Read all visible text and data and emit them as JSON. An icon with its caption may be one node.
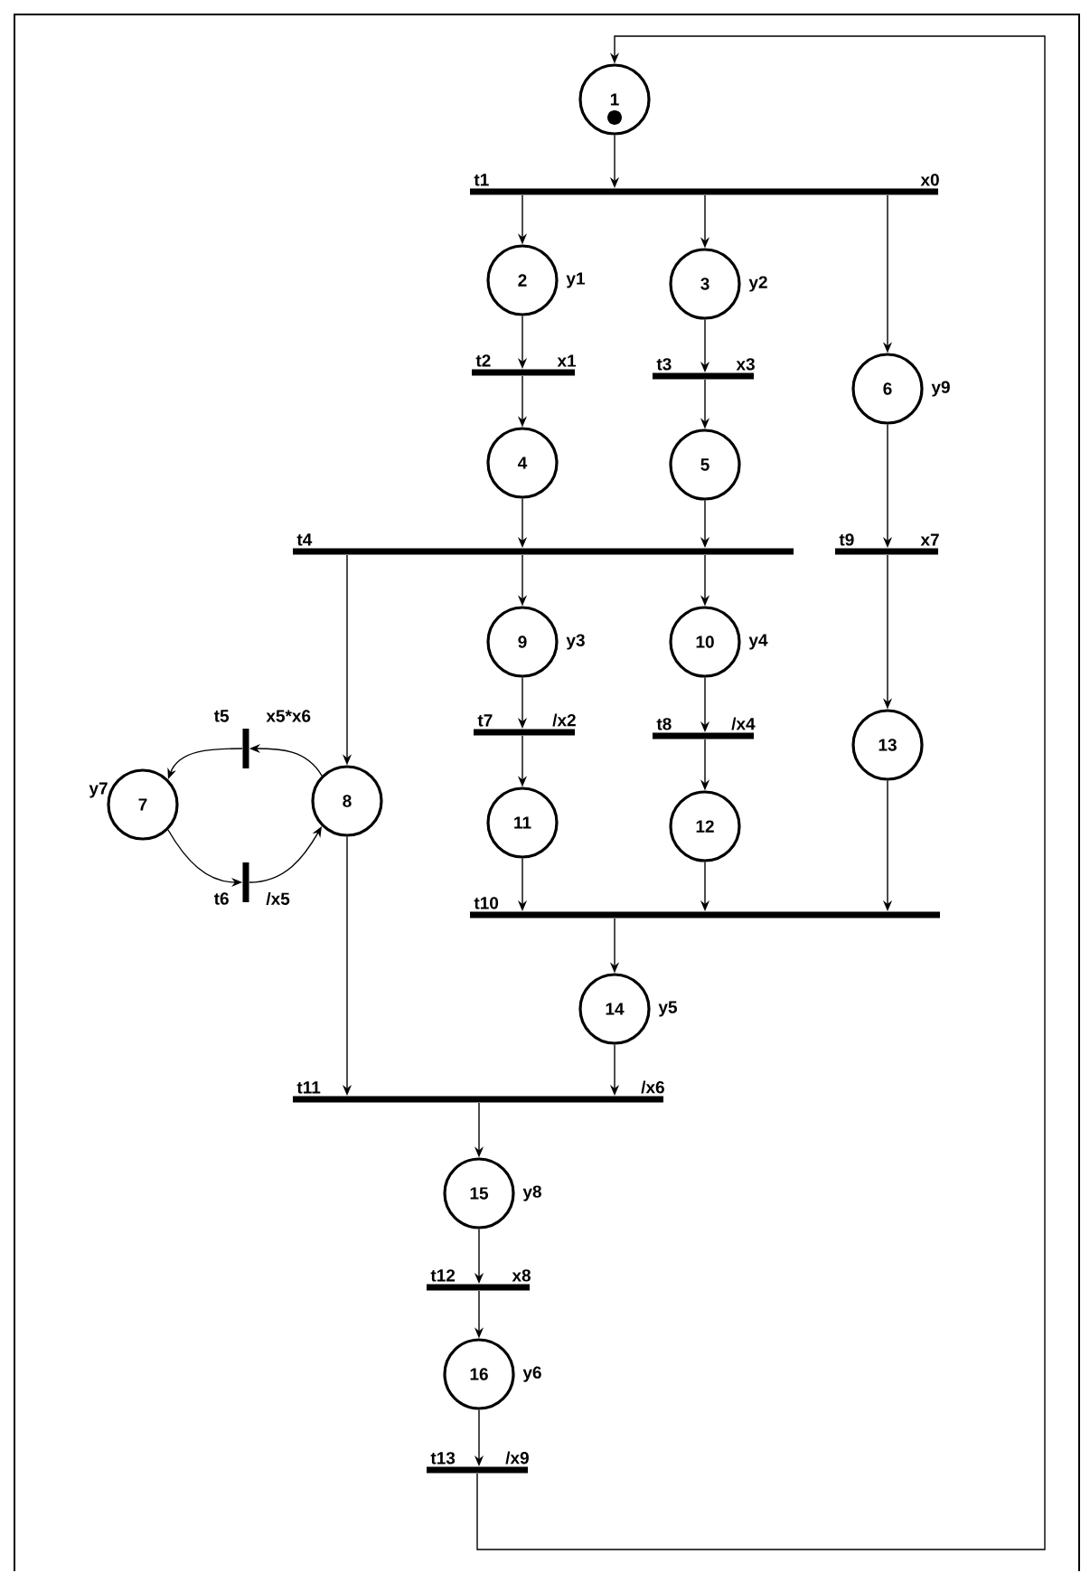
{
  "diagram": {
    "nodes": [
      {
        "text": [
          "1"
        ]
      },
      {
        "text": [],
        "shape": "bar",
        "beside": [
          "t1",
          "x0"
        ]
      },
      {
        "text": [
          "2"
        ],
        "beside": [
          "y1"
        ]
      },
      {
        "text": [
          "3"
        ],
        "beside": [
          "y2"
        ]
      },
      {
        "text": [],
        "shape": "bar",
        "beside": [
          "t2",
          "x1"
        ]
      },
      {
        "text": [],
        "shape": "bar",
        "beside": [
          "t3",
          "x3"
        ]
      },
      {
        "text": [
          "6"
        ],
        "beside": [
          "y9"
        ]
      },
      {
        "text": [
          "4"
        ]
      },
      {
        "text": [
          "5"
        ]
      },
      {
        "text": [],
        "shape": "bar",
        "beside": [
          "t4"
        ]
      },
      {
        "text": [],
        "shape": "bar",
        "beside": [
          "t9",
          "x7"
        ]
      },
      {
        "text": [
          "9"
        ],
        "beside": [
          "y3"
        ]
      },
      {
        "text": [
          "10"
        ],
        "beside": [
          "y4"
        ]
      },
      {
        "text": [],
        "shape": "bar",
        "beside": [
          "t5",
          "x5*x6"
        ]
      },
      {
        "text": [
          "7"
        ],
        "beside": [
          "y7"
        ]
      },
      {
        "text": [
          "8"
        ]
      },
      {
        "text": [],
        "shape": "bar",
        "beside": [
          "t7",
          "/x2"
        ]
      },
      {
        "text": [],
        "shape": "bar",
        "beside": [
          "t8",
          "/x4"
        ]
      },
      {
        "text": [
          "13"
        ]
      },
      {
        "text": [],
        "shape": "bar",
        "beside": [
          "t6",
          "/x5"
        ]
      },
      {
        "text": [
          "11"
        ]
      },
      {
        "text": [
          "12"
        ]
      },
      {
        "text": [],
        "shape": "bar",
        "beside": [
          "t10"
        ]
      },
      {
        "text": [
          "14"
        ],
        "beside": [
          "y5"
        ]
      },
      {
        "text": [],
        "shape": "bar",
        "beside": [
          "t11",
          "/x6"
        ]
      },
      {
        "text": [
          "15"
        ],
        "beside": [
          "y8"
        ]
      },
      {
        "text": [],
        "shape": "bar",
        "beside": [
          "t12",
          "x8"
        ]
      },
      {
        "text": [
          "16"
        ],
        "beside": [
          "y6"
        ]
      },
      {
        "text": [],
        "shape": "bar",
        "beside": [
          "t13",
          "/x9"
        ]
      }
    ],
    "edges": [
      {
        "from": 0,
        "to": 1,
        "arrow": "to"
      },
      {
        "from": 1,
        "to": 2,
        "arrow": "to"
      },
      {
        "from": 1,
        "to": 3,
        "arrow": "to"
      },
      {
        "from": 1,
        "to": 6,
        "arrow": "to"
      },
      {
        "from": 2,
        "to": 4,
        "arrow": "to"
      },
      {
        "from": 4,
        "to": 7,
        "arrow": "to"
      },
      {
        "from": 3,
        "to": 5,
        "arrow": "to"
      },
      {
        "from": 5,
        "to": 8,
        "arrow": "to"
      },
      {
        "from": 7,
        "to": 9,
        "arrow": "to"
      },
      {
        "from": 8,
        "to": 9,
        "arrow": "to"
      },
      {
        "from": 9,
        "to": 11,
        "arrow": "to"
      },
      {
        "from": 9,
        "to": 12,
        "arrow": "to"
      },
      {
        "from": 9,
        "to": 15,
        "arrow": "to"
      },
      {
        "from": 6,
        "to": 10,
        "arrow": "to"
      },
      {
        "from": 10,
        "to": 18,
        "arrow": "to"
      },
      {
        "from": 11,
        "to": 16,
        "arrow": "to"
      },
      {
        "from": 16,
        "to": 20,
        "arrow": "to"
      },
      {
        "from": 12,
        "to": 17,
        "arrow": "to"
      },
      {
        "from": 17,
        "to": 21,
        "arrow": "to"
      },
      {
        "from": 15,
        "to": 13,
        "arrow": "to"
      },
      {
        "from": 13,
        "to": 14,
        "arrow": "to"
      },
      {
        "from": 14,
        "to": 19,
        "arrow": "to"
      },
      {
        "from": 19,
        "to": 15,
        "arrow": "to"
      },
      {
        "from": 20,
        "to": 22,
        "arrow": "to"
      },
      {
        "from": 21,
        "to": 22,
        "arrow": "to"
      },
      {
        "from": 18,
        "to": 22,
        "arrow": "to"
      },
      {
        "from": 22,
        "to": 23,
        "arrow": "to"
      },
      {
        "from": 23,
        "to": 24,
        "arrow": "to"
      },
      {
        "from": 15,
        "to": 24,
        "arrow": "to"
      },
      {
        "from": 24,
        "to": 25,
        "arrow": "to"
      },
      {
        "from": 25,
        "to": 26,
        "arrow": "to"
      },
      {
        "from": 26,
        "to": 27,
        "arrow": "to"
      },
      {
        "from": 27,
        "to": 28,
        "arrow": "to"
      },
      {
        "from": 28,
        "to": 0,
        "arrow": "to"
      }
    ]
  }
}
